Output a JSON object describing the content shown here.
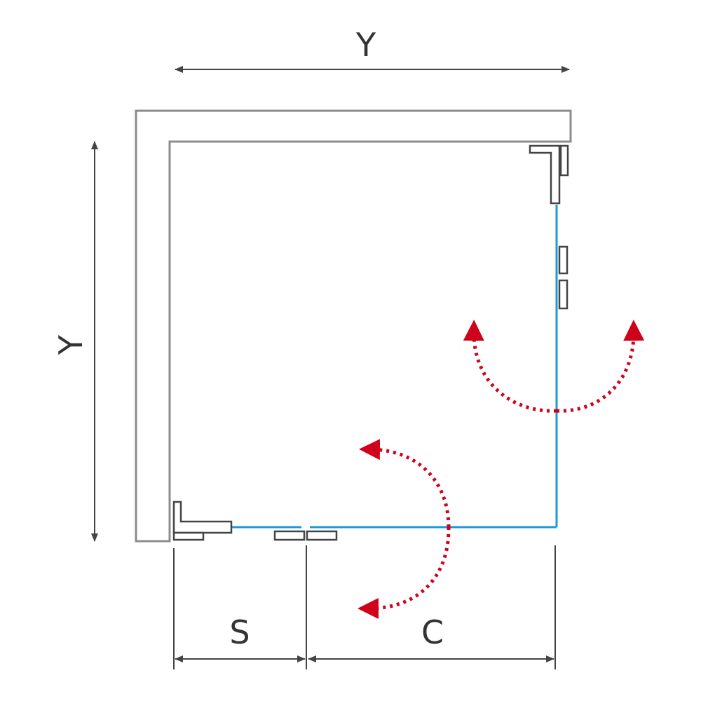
{
  "labels": {
    "top_dimension": "Y",
    "left_dimension": "Y",
    "bottom_left_dimension": "S",
    "bottom_right_dimension": "C"
  },
  "colors": {
    "wall": "#8c8c8c",
    "dimension": "#444444",
    "glass": "#1a9ad6",
    "swing_arrow": "#d0021b",
    "profile": "#444444"
  }
}
